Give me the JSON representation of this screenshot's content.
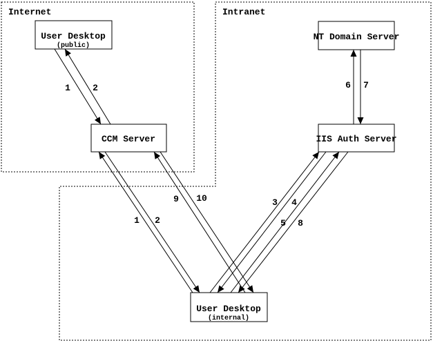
{
  "diagram": {
    "background_color": "#ffffff",
    "line_color": "#000000",
    "zones": {
      "internet": {
        "label": "Internet"
      },
      "intranet": {
        "label": "Intranet"
      }
    },
    "nodes": {
      "user_desktop_public": {
        "title": "User Desktop",
        "subtitle": "(public)"
      },
      "ccm_server": {
        "title": "CCM Server"
      },
      "nt_domain_server": {
        "title": "NT Domain Server"
      },
      "iis_auth_server": {
        "title": "IIS Auth Server"
      },
      "user_desktop_internal": {
        "title": "User Desktop",
        "subtitle": "(internal)"
      }
    },
    "edge_labels": {
      "public_ccm_request": "1",
      "public_ccm_response": "2",
      "internal_ccm_request": "1",
      "internal_ccm_response": "2",
      "internal_ccm_request_alt": "9",
      "internal_ccm_response_alt": "10",
      "internal_iis_request_a": "3",
      "internal_iis_response_a": "4",
      "internal_iis_request_b": "5",
      "internal_iis_response_b": "8",
      "iis_nt_request": "6",
      "nt_iis_response": "7"
    }
  }
}
